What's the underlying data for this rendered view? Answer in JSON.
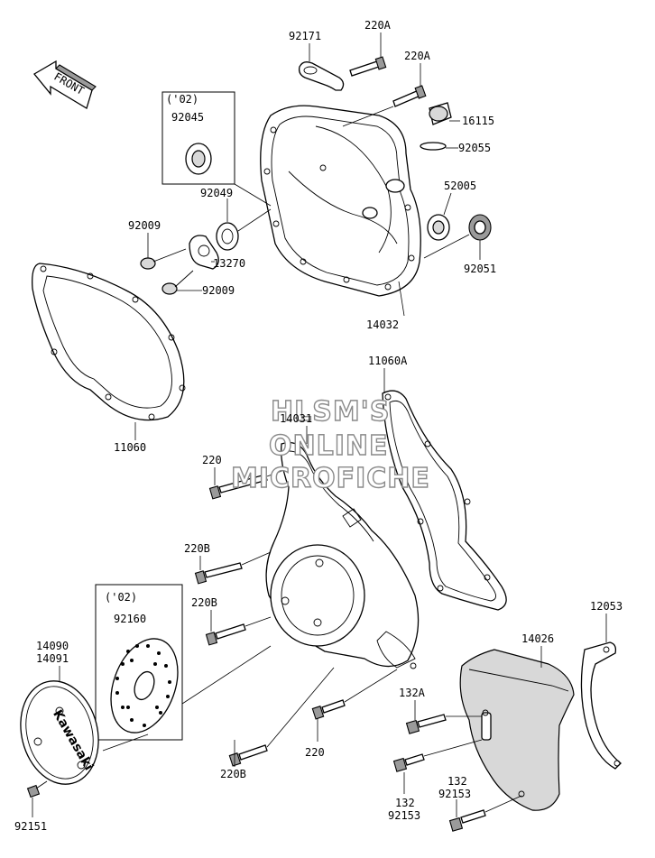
{
  "front_arrow": {
    "label": "FRONT"
  },
  "watermark": {
    "line1": "HLSM'S",
    "line2": "ONLINE",
    "line3": "MICROFICHE"
  },
  "labels": {
    "p92171": "92171",
    "p220A_1": "220A",
    "p220A_2": "220A",
    "p16115": "16115",
    "p92055": "92055",
    "p52005": "52005",
    "p92051": "92051",
    "p14032": "14032",
    "box1_note": "('02)",
    "p92045": "92045",
    "p92049": "92049",
    "p92009_1": "92009",
    "p13270": "13270",
    "p92009_2": "92009",
    "p11060": "11060",
    "p11060A": "11060A",
    "p14031": "14031",
    "p220_1": "220",
    "p220B_1": "220B",
    "p220B_2": "220B",
    "box2_note": "('02)",
    "p92160": "92160",
    "p14090": "14090",
    "p14091": "14091",
    "p220B_3": "220B",
    "p220_2": "220",
    "p12053": "12053",
    "p14026": "14026",
    "p132A": "132A",
    "p132_1": "132",
    "p92153_1": "92153",
    "p132_2": "132",
    "p92153_2": "92153",
    "p92151": "92151",
    "cover_brand": "Kawasaki"
  }
}
